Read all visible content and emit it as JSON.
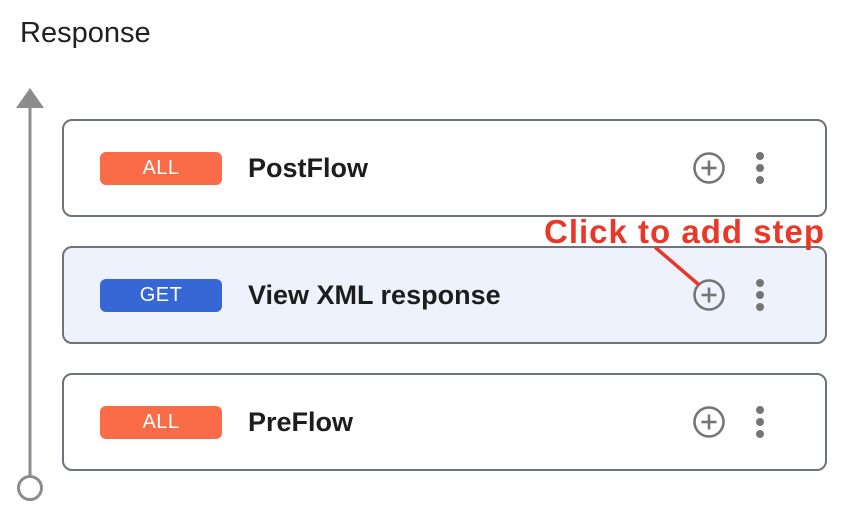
{
  "title": "Response",
  "cards": [
    {
      "badge": "ALL",
      "badge_color": "#fa6c47",
      "name": "PostFlow",
      "selected": false
    },
    {
      "badge": "GET",
      "badge_color": "#3667d4",
      "name": "View XML response",
      "selected": true
    },
    {
      "badge": "ALL",
      "badge_color": "#fa6c47",
      "name": "PreFlow",
      "selected": false
    }
  ],
  "annotation": {
    "label": "Click to add step",
    "color": "#e8382a"
  },
  "icons": {
    "add_step": "plus-circle-icon",
    "more_options": "kebab-vertical-icon",
    "flow_direction": "arrow-up-icon"
  },
  "colors": {
    "selected_card_bg": "#eef2fc",
    "card_border": "#6e737a",
    "icon_gray": "#757575",
    "arrow_gray": "#8c8c8c",
    "title_text": "#202124",
    "card_text": "#1d1d1d",
    "badge_all": "#fa6c47",
    "badge_get": "#3667d4"
  }
}
